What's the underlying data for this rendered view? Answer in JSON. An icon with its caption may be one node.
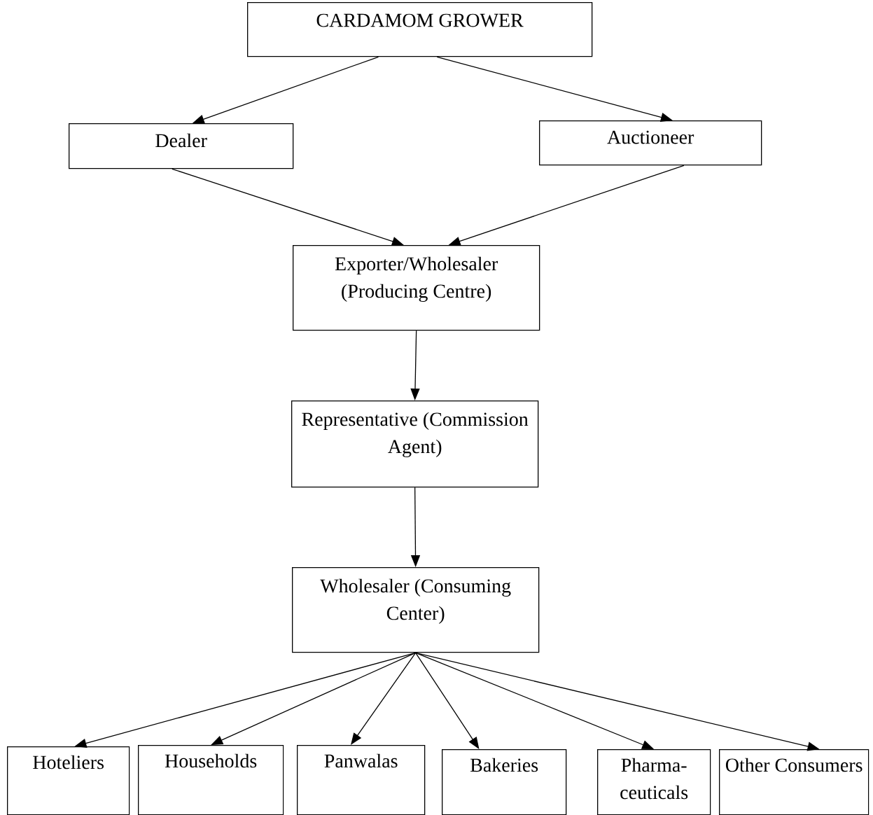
{
  "diagram": {
    "nodes": [
      {
        "text": [
          "CARDAMOM GROWER"
        ]
      },
      {
        "text": [
          "Dealer"
        ]
      },
      {
        "text": [
          "Auctioneer"
        ]
      },
      {
        "text": [
          "Exporter/Wholesaler (Producing Centre)"
        ]
      },
      {
        "text": [
          "Representative (Commission Agent)"
        ]
      },
      {
        "text": [
          "Wholesaler (Consuming Center)"
        ]
      },
      {
        "text": [
          "Hoteliers"
        ]
      },
      {
        "text": [
          "Households"
        ]
      },
      {
        "text": [
          "Panwalas"
        ]
      },
      {
        "text": [
          "Bakeries"
        ]
      },
      {
        "text": [
          "Pharma- ceuticals"
        ]
      },
      {
        "text": [
          "Other Consumers"
        ]
      }
    ],
    "edges": [
      {
        "from": 0,
        "to": 1,
        "arrow": "to"
      },
      {
        "from": 0,
        "to": 2,
        "arrow": "to"
      },
      {
        "from": 1,
        "to": 3,
        "arrow": "to"
      },
      {
        "from": 2,
        "to": 3,
        "arrow": "to"
      },
      {
        "from": 3,
        "to": 4,
        "arrow": "to"
      },
      {
        "from": 4,
        "to": 5,
        "arrow": "to"
      },
      {
        "from": 5,
        "to": 6,
        "arrow": "to"
      },
      {
        "from": 5,
        "to": 7,
        "arrow": "to"
      },
      {
        "from": 5,
        "to": 8,
        "arrow": "to"
      },
      {
        "from": 5,
        "to": 9,
        "arrow": "to"
      },
      {
        "from": 5,
        "to": 10,
        "arrow": "to"
      },
      {
        "from": 5,
        "to": 11,
        "arrow": "to"
      }
    ]
  }
}
